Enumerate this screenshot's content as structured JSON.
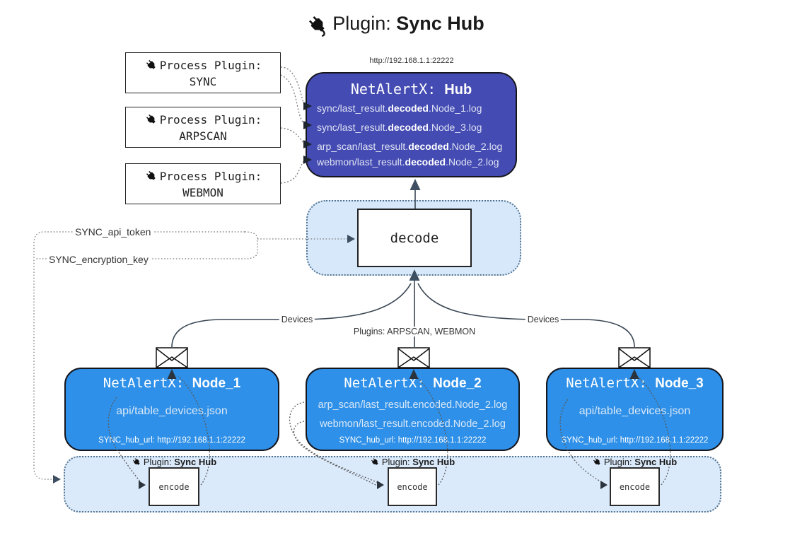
{
  "title": {
    "prefix": "Plugin: ",
    "bold": "Sync Hub"
  },
  "hub": {
    "url": "http://192.168.1.1:22222",
    "name_prefix": "NetAlertX: ",
    "name": "Hub",
    "logs": [
      {
        "pre": "sync/last_result.",
        "bold": "decoded",
        "post": ".Node_1.log"
      },
      {
        "pre": "sync/last_result.",
        "bold": "decoded",
        "post": ".Node_3.log"
      },
      {
        "pre": "arp_scan/last_result.",
        "bold": "decoded",
        "post": ".Node_2.log"
      },
      {
        "pre": "webmon/last_result.",
        "bold": "decoded",
        "post": ".Node_2.log"
      }
    ]
  },
  "process_plugins": [
    {
      "label": "Process Plugin:",
      "name": "SYNC"
    },
    {
      "label": "Process Plugin:",
      "name": "ARPSCAN"
    },
    {
      "label": "Process Plugin:",
      "name": "WEBMON"
    }
  ],
  "decode_box": {
    "label": "decode"
  },
  "settings": {
    "api_token": "SYNC_api_token",
    "encryption_key": "SYNC_encryption_key"
  },
  "edge_labels": {
    "devices_left": "Devices",
    "devices_right": "Devices",
    "plugins": "Plugins: ARPSCAN, WEBMON"
  },
  "nodes": [
    {
      "name_prefix": "NetAlertX: ",
      "name": "Node_1",
      "files": [
        "api/table_devices.json"
      ],
      "hub_url": "SYNC_hub_url: http://192.168.1.1:22222"
    },
    {
      "name_prefix": "NetAlertX: ",
      "name": "Node_2",
      "files": [
        "arp_scan/last_result.encoded.Node_2.log",
        "webmon/last_result.encoded.Node_2.log"
      ],
      "hub_url": "SYNC_hub_url: http://192.168.1.1:22222"
    },
    {
      "name_prefix": "NetAlertX: ",
      "name": "Node_3",
      "files": [
        "api/table_devices.json"
      ],
      "hub_url": "SYNC_hub_url: http://192.168.1.1:22222"
    }
  ],
  "encoders": [
    {
      "label_prefix": "Plugin: ",
      "label_bold": "Sync Hub",
      "box_label": "encode"
    },
    {
      "label_prefix": "Plugin: ",
      "label_bold": "Sync Hub",
      "box_label": "encode"
    },
    {
      "label_prefix": "Plugin: ",
      "label_bold": "Sync Hub",
      "box_label": "encode"
    }
  ],
  "icons": {
    "plug": "🔌",
    "envelope": "✉"
  },
  "colors": {
    "hub_fill": "#444BB2",
    "node_fill": "#2E90E8",
    "panel_fill": "#D7E8FB",
    "panel_border": "#54748E",
    "line": "#3A4754",
    "arrowhead": "#3E4F61"
  }
}
